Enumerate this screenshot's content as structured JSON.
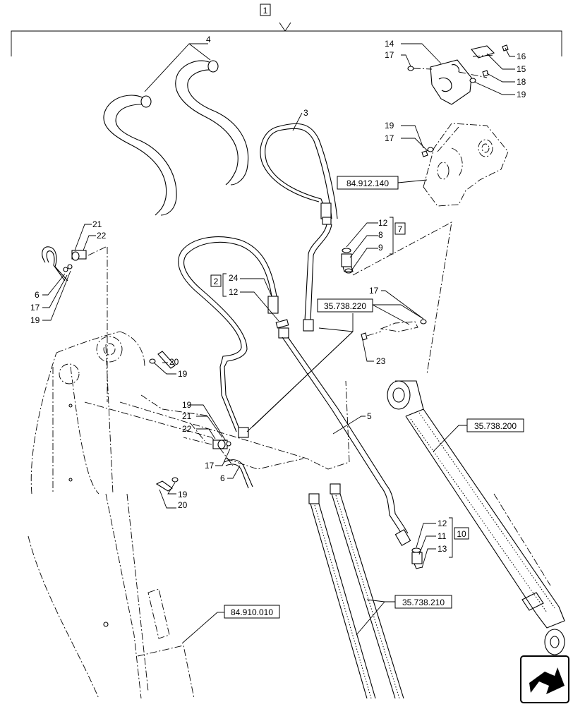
{
  "assembly_ref": "1",
  "group_refs": [
    "2",
    "7",
    "10"
  ],
  "part_numbers": [
    "3",
    "4",
    "5",
    "6",
    "8",
    "9",
    "11",
    "12",
    "13",
    "14",
    "15",
    "16",
    "17",
    "18",
    "19",
    "20",
    "21",
    "22",
    "23",
    "24"
  ],
  "section_refs": [
    "84.912.140",
    "35.738.220",
    "35.738.200",
    "35.738.210",
    "84.910.010"
  ],
  "nav_icon": "next-page-arrow-icon"
}
